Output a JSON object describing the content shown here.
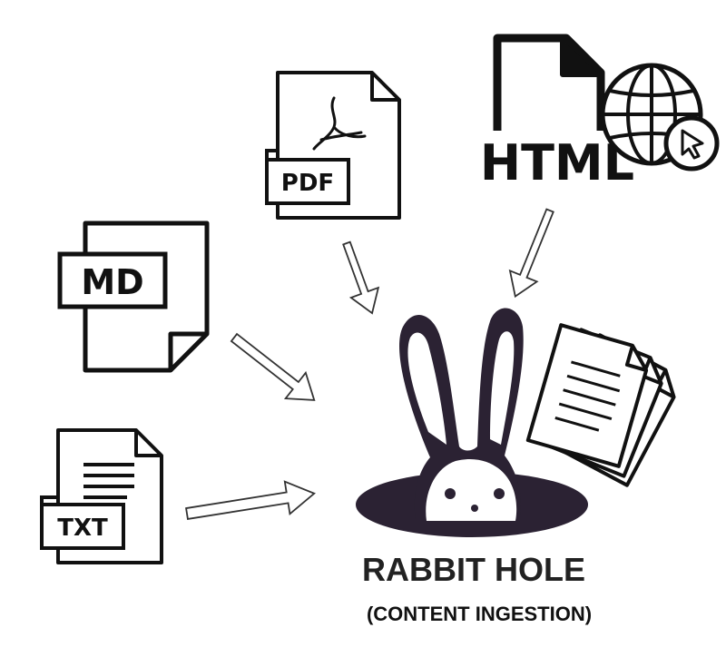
{
  "inputs": {
    "pdf": "PDF",
    "html": "HTML",
    "md": "MD",
    "txt": "TXT"
  },
  "destination": {
    "title": "RABBIT HOLE",
    "subtitle": "(CONTENT INGESTION)"
  },
  "colors": {
    "ink": "#111111",
    "rabbit": "#2b2233",
    "background": "#ffffff"
  }
}
